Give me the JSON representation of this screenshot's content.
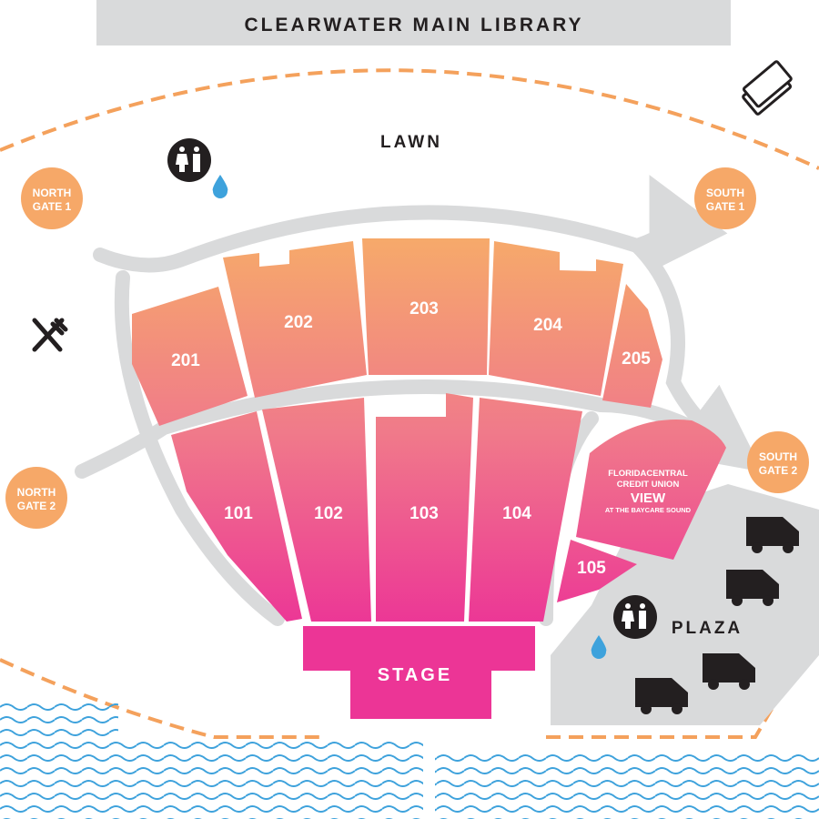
{
  "header": {
    "title": "CLEARWATER MAIN LIBRARY"
  },
  "areas": {
    "lawn": "LAWN",
    "plaza": "PLAZA",
    "stage": "STAGE"
  },
  "gates": {
    "north_gate_1": [
      "NORTH",
      "GATE 1"
    ],
    "north_gate_2": [
      "NORTH",
      "GATE 2"
    ],
    "south_gate_1": [
      "SOUTH",
      "GATE 1"
    ],
    "south_gate_2": [
      "SOUTH",
      "GATE 2"
    ]
  },
  "sections": {
    "s201": "201",
    "s202": "202",
    "s203": "203",
    "s204": "204",
    "s205": "205",
    "s101": "101",
    "s102": "102",
    "s103": "103",
    "s104": "104",
    "s105": "105"
  },
  "view_section": {
    "line1": "FLORIDACENTRAL",
    "line2": "CREDIT UNION",
    "line3": "VIEW",
    "line4": "AT THE BAYCARE SOUND"
  },
  "colors": {
    "gate": "#f6a868",
    "section_top": "#f6aa6a",
    "section_bottom": "#ec3596",
    "stage": "#ec3596",
    "walkway": "#d9dadb",
    "water": "#3ea2dc",
    "border": "#f4a15c"
  }
}
